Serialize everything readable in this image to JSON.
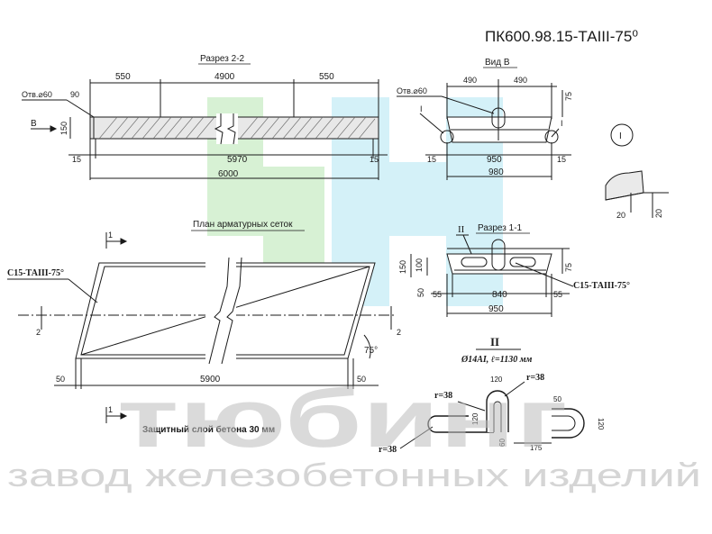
{
  "header": {
    "code": "ПК600.98.15-ТАIII-75⁰"
  },
  "section_2_2": {
    "title": "Разрез 2-2",
    "hole": "Отв.⌀60",
    "arrow_label": "В",
    "dims": {
      "left_550": "550",
      "mid_4900": "4900",
      "right_550": "550",
      "d90": "90",
      "d150": "150",
      "d15_left": "15",
      "d5970": "5970",
      "d15_right": "15",
      "d6000": "6000"
    }
  },
  "view_b": {
    "title": "Вид В",
    "hole": "Отв.⌀60",
    "dims": {
      "d490_left": "490",
      "d490_right": "490",
      "d75": "75",
      "d15_left": "15",
      "d950": "950",
      "d15_right": "15",
      "d980": "980"
    },
    "marks": {
      "left": "I",
      "right": "I"
    }
  },
  "detail_i": {
    "circle_label": "I",
    "dims": {
      "d20_bottom": "20",
      "d20_right": "20"
    }
  },
  "plan": {
    "title": "План арматурных сеток",
    "mesh_label": "С15-ТАIII-75°",
    "cut_mark_1": "1",
    "cut_mark_2": "2",
    "angle": "75°",
    "dims": {
      "d50_left": "50",
      "d5900": "5900",
      "d50_right": "50"
    },
    "cover_note": "Защитный слой бетона 30 мм"
  },
  "section_1_1": {
    "title": "Разрез 1-1",
    "roman": "II",
    "mesh_label": "С15-ТАIII-75°",
    "dims": {
      "d150": "150",
      "d100": "100",
      "d75": "75",
      "d50": "50",
      "d55_left": "55",
      "d840": "840",
      "d55_right": "55",
      "d950": "950"
    }
  },
  "detail_ii": {
    "title": "II",
    "subtitle": "Ø14АI, ℓ=1130 мм",
    "dims": {
      "r38_top": "r=38",
      "r38_mid": "r=38",
      "r38_low": "r=38",
      "d120_top": "120",
      "d120_left": "120",
      "d60": "60",
      "d175": "175",
      "d50": "50",
      "d120_right": "120"
    }
  },
  "watermark": {
    "brand": "тюбинг",
    "tagline": "завод железобетонных изделий",
    "colors": {
      "green": "#c9ecc5",
      "cyan": "#c6ecf6",
      "gray": "#c8c8c8"
    }
  }
}
